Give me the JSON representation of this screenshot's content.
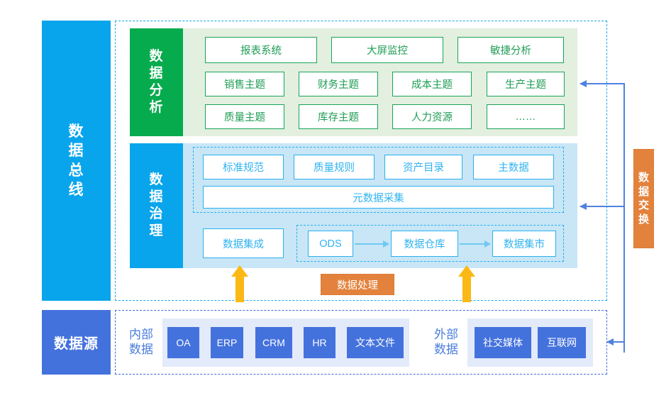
{
  "rails": {
    "data_bus": [
      "数",
      "据",
      "总",
      "线"
    ],
    "data_source": "数据源"
  },
  "analysis": {
    "tab": [
      "数",
      "据",
      "分",
      "析"
    ],
    "row1": [
      "报表系统",
      "大屏监控",
      "敏捷分析"
    ],
    "row2": [
      "销售主题",
      "财务主题",
      "成本主题",
      "生产主题"
    ],
    "row3": [
      "质量主题",
      "库存主题",
      "人力资源",
      "……"
    ]
  },
  "governance": {
    "tab": [
      "数",
      "据",
      "治",
      "理"
    ],
    "row1": [
      "标准规范",
      "质量规则",
      "资产目录",
      "主数据"
    ],
    "metadata": "元数据采集",
    "integration": "数据集成",
    "flow": [
      "ODS",
      "数据仓库",
      "数据集市"
    ]
  },
  "orange": {
    "processing": "数据处理",
    "exchange": [
      "数",
      "据",
      "交",
      "换"
    ]
  },
  "datasource": {
    "internal_label": [
      "内部",
      "数据"
    ],
    "internal_items": [
      "OA",
      "ERP",
      "CRM",
      "HR",
      "文本文件"
    ],
    "external_label": [
      "外部",
      "数据"
    ],
    "external_items": [
      "社交媒体",
      "互联网"
    ]
  },
  "colors": {
    "bus_blue": "#09a5ec",
    "source_blue": "#4472dd",
    "analysis_green": "#06ab4d",
    "analysis_band": "#e3efdf",
    "governance_band": "#c8e6f6",
    "orange": "#e3823c",
    "arrow_yellow": "#fcb814",
    "connector_blue": "#4f82e0"
  }
}
